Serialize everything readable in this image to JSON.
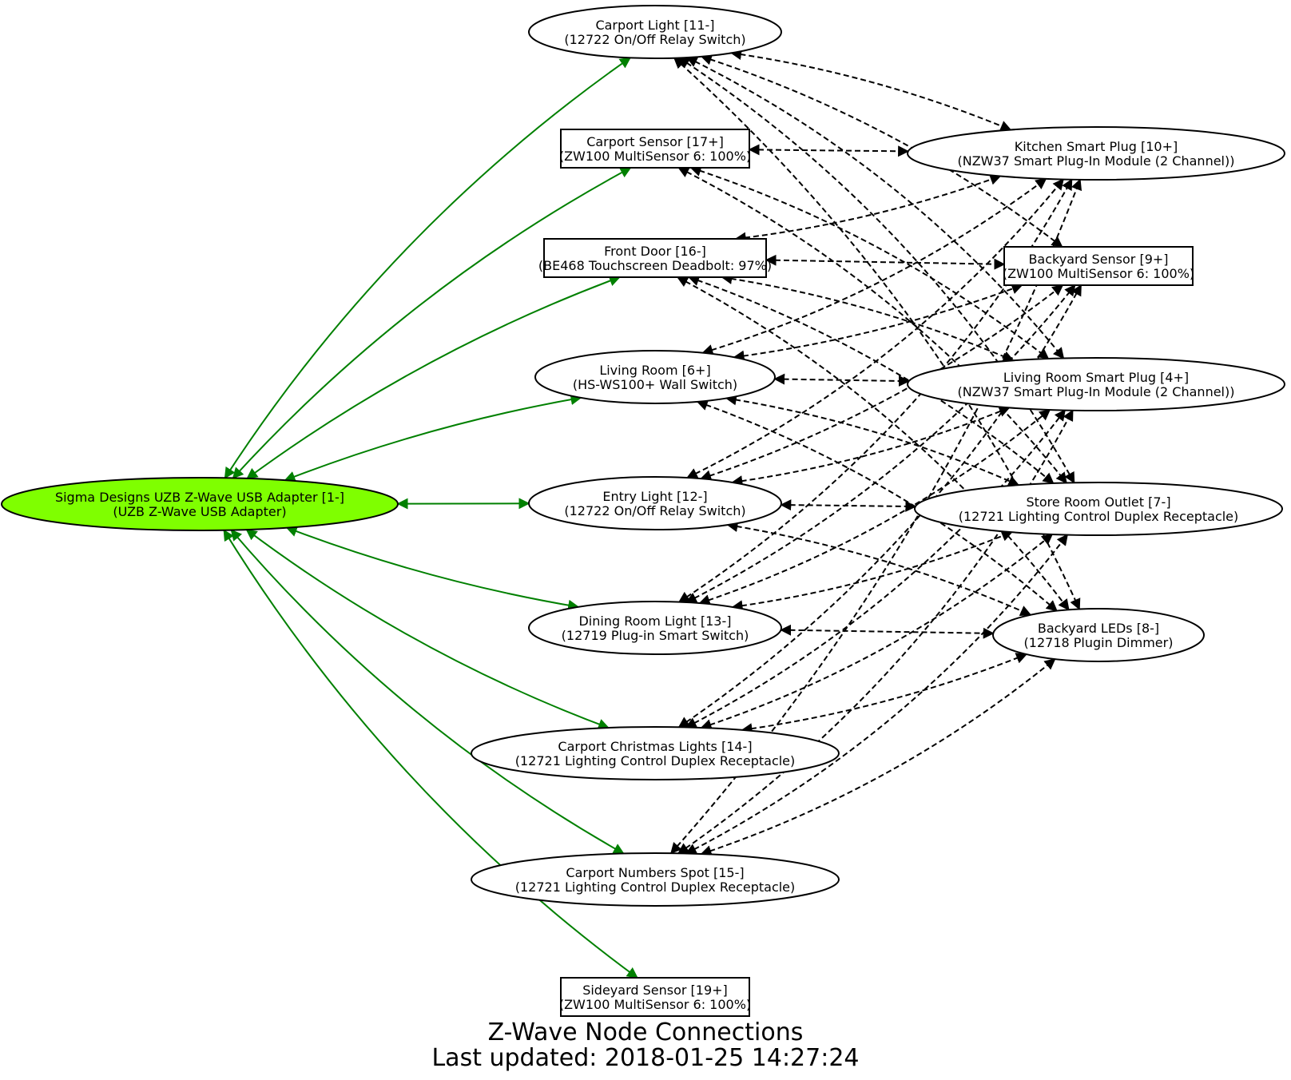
{
  "title": "Z-Wave Node Connections",
  "subtitle": "Last updated: 2018-01-25 14:27:24",
  "colors": {
    "controller_fill": "#7fff00",
    "node_fill": "#ffffff",
    "hub_edge": "#008000",
    "mesh_edge": "#000000"
  },
  "nodes": [
    {
      "id": "n1",
      "shape": "ellipse",
      "name": "Sigma Designs UZB Z-Wave USB Adapter [1-]",
      "model": "(UZB Z-Wave USB Adapter)",
      "controller": true
    },
    {
      "id": "n11",
      "shape": "ellipse",
      "name": "Carport Light [11-]",
      "model": "(12722 On/Off Relay Switch)"
    },
    {
      "id": "n17",
      "shape": "box",
      "name": "Carport Sensor [17+]",
      "model": "(ZW100 MultiSensor 6: 100%)"
    },
    {
      "id": "n16",
      "shape": "box",
      "name": "Front Door [16-]",
      "model": "(BE468 Touchscreen Deadbolt: 97%)"
    },
    {
      "id": "n6",
      "shape": "ellipse",
      "name": "Living Room [6+]",
      "model": "(HS-WS100+ Wall Switch)"
    },
    {
      "id": "n12",
      "shape": "ellipse",
      "name": "Entry Light [12-]",
      "model": "(12722 On/Off Relay Switch)"
    },
    {
      "id": "n13",
      "shape": "ellipse",
      "name": "Dining Room Light [13-]",
      "model": "(12719 Plug-in Smart Switch)"
    },
    {
      "id": "n14",
      "shape": "ellipse",
      "name": "Carport Christmas Lights [14-]",
      "model": "(12721 Lighting Control Duplex Receptacle)"
    },
    {
      "id": "n15",
      "shape": "ellipse",
      "name": "Carport Numbers Spot [15-]",
      "model": "(12721 Lighting Control Duplex Receptacle)"
    },
    {
      "id": "n19",
      "shape": "box",
      "name": "Sideyard Sensor [19+]",
      "model": "(ZW100 MultiSensor 6: 100%)"
    },
    {
      "id": "n10",
      "shape": "ellipse",
      "name": "Kitchen Smart Plug [10+]",
      "model": "(NZW37 Smart Plug-In Module (2 Channel))"
    },
    {
      "id": "n9",
      "shape": "box",
      "name": "Backyard Sensor [9+]",
      "model": "(ZW100 MultiSensor 6: 100%)"
    },
    {
      "id": "n4",
      "shape": "ellipse",
      "name": "Living Room Smart Plug [4+]",
      "model": "(NZW37 Smart Plug-In Module (2 Channel))"
    },
    {
      "id": "n7",
      "shape": "ellipse",
      "name": "Store Room Outlet [7-]",
      "model": "(12721 Lighting Control Duplex Receptacle)"
    },
    {
      "id": "n8",
      "shape": "ellipse",
      "name": "Backyard LEDs [8-]",
      "model": "(12718 Plugin Dimmer)"
    }
  ],
  "hub_edges": [
    [
      "n1",
      "n11"
    ],
    [
      "n1",
      "n17"
    ],
    [
      "n1",
      "n16"
    ],
    [
      "n1",
      "n6"
    ],
    [
      "n1",
      "n12"
    ],
    [
      "n1",
      "n13"
    ],
    [
      "n1",
      "n14"
    ],
    [
      "n1",
      "n15"
    ],
    [
      "n1",
      "n19"
    ]
  ],
  "mesh_edges": [
    [
      "n11",
      "n10"
    ],
    [
      "n11",
      "n9"
    ],
    [
      "n11",
      "n4"
    ],
    [
      "n11",
      "n7"
    ],
    [
      "n11",
      "n8"
    ],
    [
      "n17",
      "n10"
    ],
    [
      "n17",
      "n4"
    ],
    [
      "n17",
      "n7"
    ],
    [
      "n16",
      "n10"
    ],
    [
      "n16",
      "n9"
    ],
    [
      "n16",
      "n4"
    ],
    [
      "n16",
      "n7"
    ],
    [
      "n16",
      "n8"
    ],
    [
      "n6",
      "n10"
    ],
    [
      "n6",
      "n9"
    ],
    [
      "n6",
      "n4"
    ],
    [
      "n6",
      "n7"
    ],
    [
      "n6",
      "n8"
    ],
    [
      "n12",
      "n10"
    ],
    [
      "n12",
      "n9"
    ],
    [
      "n12",
      "n4"
    ],
    [
      "n12",
      "n7"
    ],
    [
      "n12",
      "n8"
    ],
    [
      "n13",
      "n10"
    ],
    [
      "n13",
      "n9"
    ],
    [
      "n13",
      "n4"
    ],
    [
      "n13",
      "n7"
    ],
    [
      "n13",
      "n8"
    ],
    [
      "n14",
      "n9"
    ],
    [
      "n14",
      "n4"
    ],
    [
      "n14",
      "n7"
    ],
    [
      "n14",
      "n8"
    ],
    [
      "n15",
      "n10"
    ],
    [
      "n15",
      "n4"
    ],
    [
      "n15",
      "n7"
    ],
    [
      "n15",
      "n8"
    ]
  ]
}
